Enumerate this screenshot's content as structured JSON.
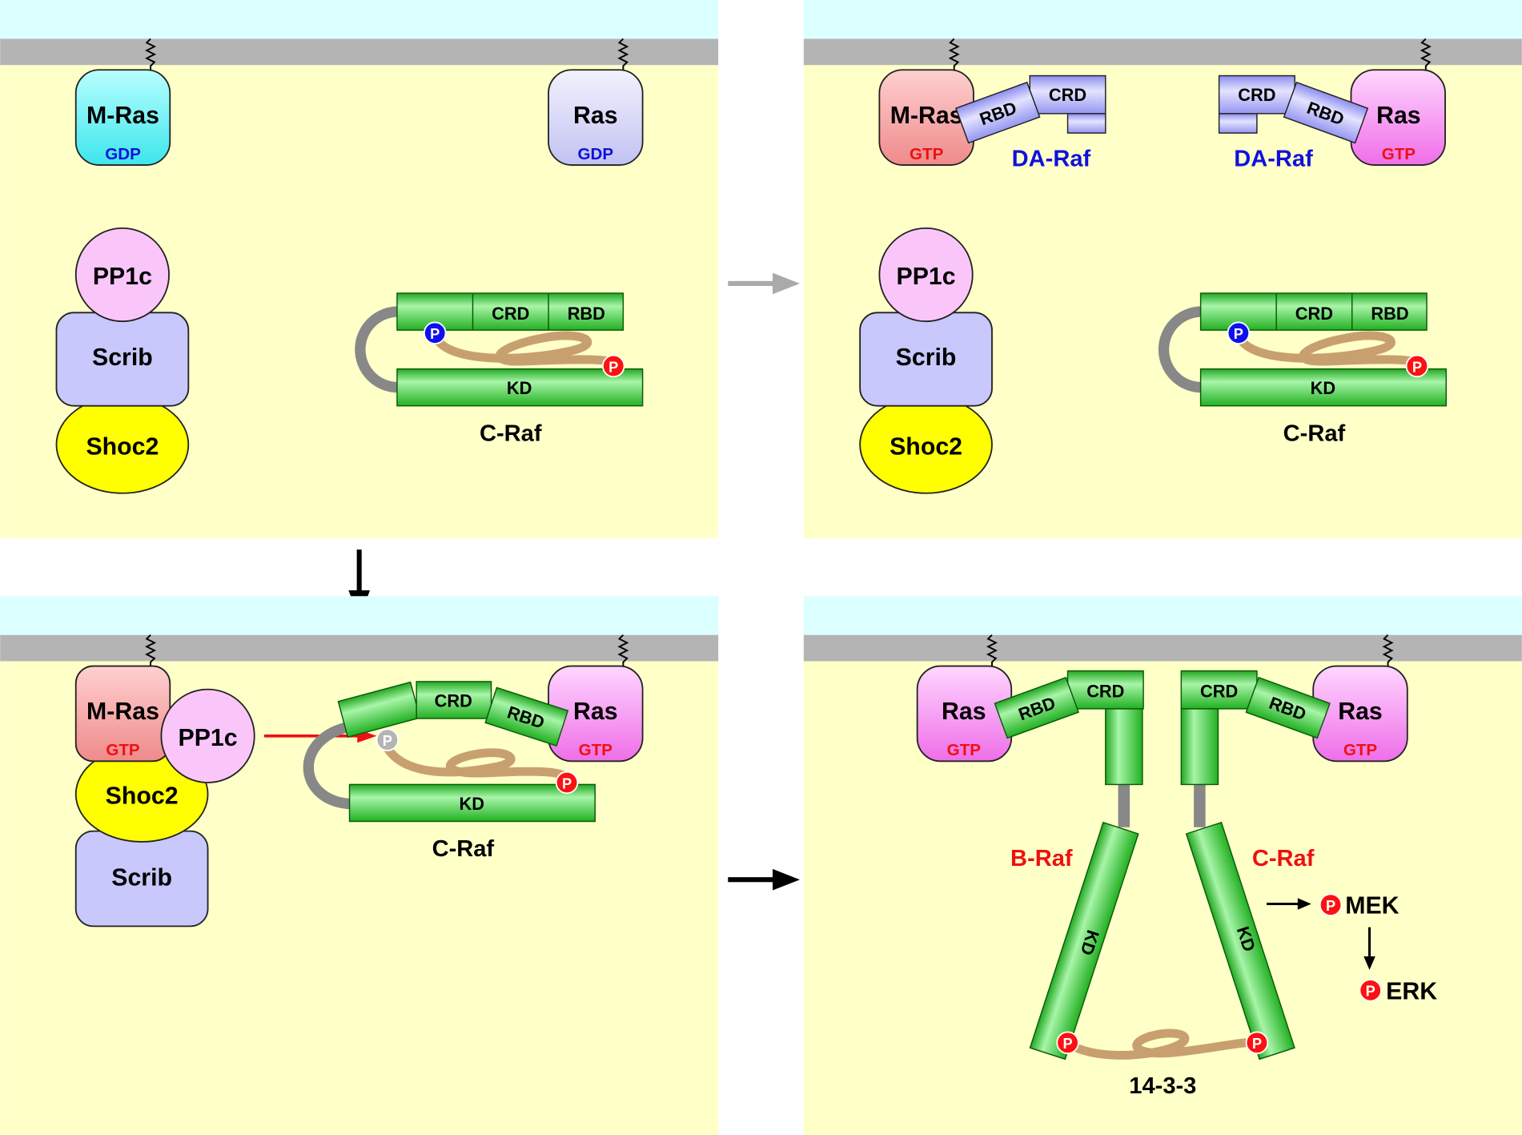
{
  "colors": {
    "cytoplasm": "#ffffc8",
    "extracellular": "#dcffff",
    "membrane": "#b4b4b4",
    "mras_gdp": "#66f0f0",
    "mras_gtp": "#f59c9c",
    "ras_gdp": "#d2d2f8",
    "ras_gtp": "#f48cf0",
    "pp1c": "#fac6fa",
    "scrib": "#c8c8fc",
    "shoc2": "#ffff00",
    "raf_green": "#33cc33",
    "linker": "#c8a070",
    "hinge": "#888888",
    "phospho_red": "#ff1010",
    "phospho_blue": "#1010ee",
    "label_blue": "#1010dd",
    "label_red": "#ee1010"
  },
  "labels": {
    "mras": "M-Ras",
    "ras": "Ras",
    "gdp": "GDP",
    "gtp": "GTP",
    "pp1c": "PP1c",
    "scrib": "Scrib",
    "shoc2": "Shoc2",
    "crd": "CRD",
    "rbd": "RBD",
    "kd": "KD",
    "craf": "C-Raf",
    "braf": "B-Raf",
    "daraf": "DA-Raf",
    "p": "P",
    "mek": "MEK",
    "erk": "ERK",
    "adaptor": "14-3-3"
  }
}
